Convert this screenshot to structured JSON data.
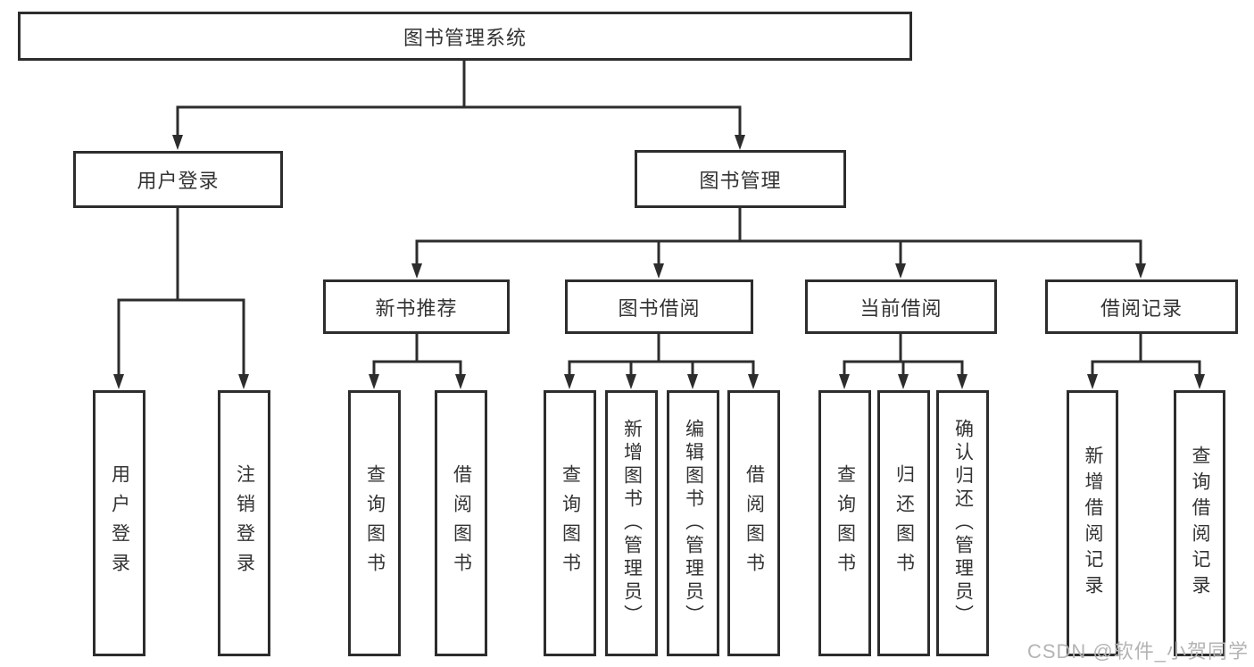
{
  "diagram_title": "图书管理系统",
  "tree": {
    "root": {
      "label": "图书管理系统",
      "children": [
        {
          "label": "用户登录",
          "children": [
            {
              "label": "用户登录"
            },
            {
              "label": "注销登录"
            }
          ]
        },
        {
          "label": "图书管理",
          "children": [
            {
              "label": "新书推荐",
              "children": [
                {
                  "label": "查询图书"
                },
                {
                  "label": "借阅图书"
                }
              ]
            },
            {
              "label": "图书借阅",
              "children": [
                {
                  "label": "查询图书"
                },
                {
                  "label": "新增图书（管理员）"
                },
                {
                  "label": "编辑图书（管理员）"
                },
                {
                  "label": "借阅图书"
                }
              ]
            },
            {
              "label": "当前借阅",
              "children": [
                {
                  "label": "查询图书"
                },
                {
                  "label": "归还图书"
                },
                {
                  "label": "确认归还（管理员）"
                }
              ]
            },
            {
              "label": "借阅记录",
              "children": [
                {
                  "label": "新增借阅记录"
                },
                {
                  "label": "查询借阅记录"
                }
              ]
            }
          ]
        }
      ]
    }
  },
  "watermark": {
    "text": "CSDN @软件_小贺同学"
  },
  "colors": {
    "line": "#2d2d2d",
    "text": "#333333",
    "watermark": "#b4b4b4",
    "background": "#ffffff"
  }
}
